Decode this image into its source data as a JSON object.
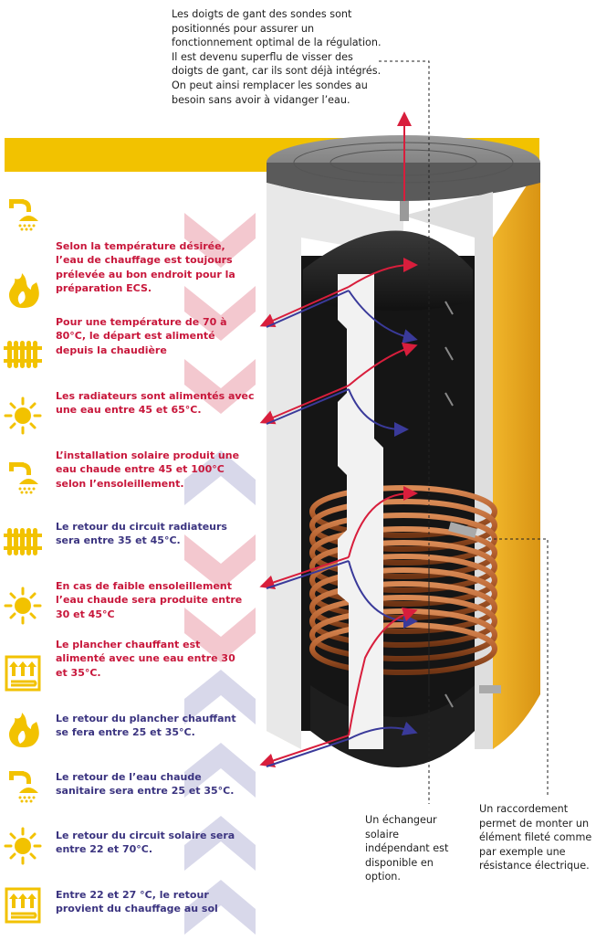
{
  "top_note": "Les doigts de gant des sondes sont positionnés pour assurer un fonctionnement optimal de la régulation. Il est devenu superflu de visser des doigts de gant, car ils sont déjà intégrés. On peut ainsi remplacer les sondes au besoin sans avoir à vidanger l’eau.",
  "colors": {
    "accent_yellow": "#f2c200",
    "hot_text": "#c8173b",
    "cold_text": "#3b3480",
    "hot_arrow": "#d81e3c",
    "cold_arrow": "#3a3a9a",
    "copper": "#b5602e",
    "tank_black": "#1c1c1c",
    "insulation": "#e6e6e6",
    "jacket": "#e8a520"
  },
  "rows": [
    {
      "icon": "shower-icon",
      "text": "",
      "tone": "hot"
    },
    {
      "icon": "flame-icon",
      "text": "Selon la température désirée, l’eau de chauffage est toujours prélevée au bon endroit pour la préparation ECS.",
      "tone": "hot"
    },
    {
      "icon": "radiator-icon",
      "text": "Pour une température de 70 à 80°C, le départ est alimenté depuis la chaudière",
      "tone": "hot"
    },
    {
      "icon": "sun-icon",
      "text": "Les radiateurs sont alimentés avec une eau entre 45 et 65°C.",
      "tone": "hot"
    },
    {
      "icon": "shower-icon",
      "text": "L’installation solaire produit une eau chaude entre 45 et 100°C selon l’ensoleillement.",
      "tone": "hot"
    },
    {
      "icon": "radiator-icon",
      "text": "Le retour du circuit radiateurs sera entre 35 et 45°C.",
      "tone": "cold"
    },
    {
      "icon": "sun-icon",
      "text": "En cas de faible ensoleillement l’eau chaude sera produite entre 30 et 45°C",
      "tone": "hot"
    },
    {
      "icon": "floor-heating-icon",
      "text": "Le plancher chauffant est alimenté avec une eau entre 30 et 35°C.",
      "tone": "hot"
    },
    {
      "icon": "flame-icon",
      "text": "Le retour du plancher chauffant se fera entre 25 et 35°C.",
      "tone": "cold"
    },
    {
      "icon": "shower-icon",
      "text": "Le retour de l’eau chaude sanitaire sera entre 25 et 35°C.",
      "tone": "cold"
    },
    {
      "icon": "sun-icon",
      "text": " Le retour du circuit solaire sera entre 22 et 70°C.",
      "tone": "cold"
    },
    {
      "icon": "floor-heating-icon",
      "text": "Entre 22 et 27 °C, le retour provient du chauffage au sol",
      "tone": "cold"
    }
  ],
  "bottom_notes": {
    "exchanger": "Un échangeur solaire indépendant est disponible en option.",
    "connection": "Un raccordement permet de monter un élément fileté comme par exemple une résistance électrique."
  }
}
